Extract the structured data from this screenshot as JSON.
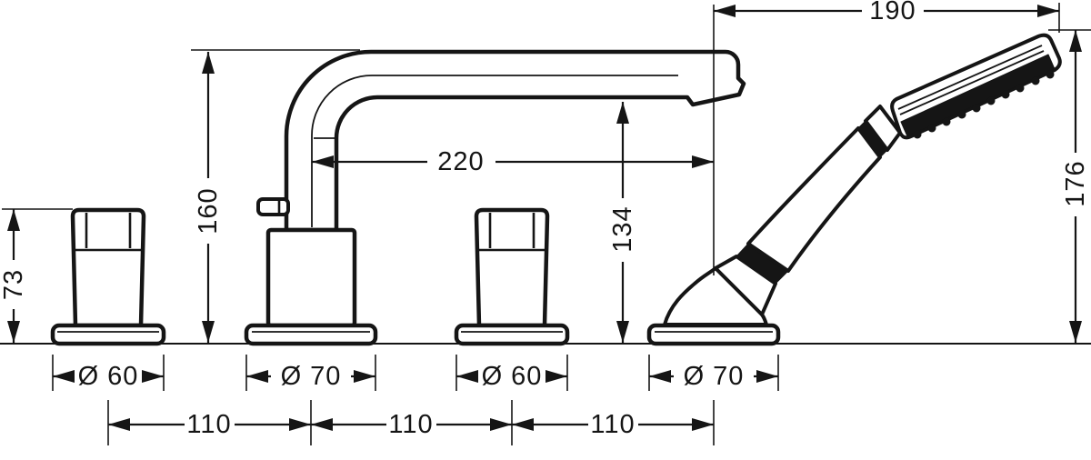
{
  "drawing": {
    "type": "technical-dimension-drawing",
    "subject": "4-hole deck-mounted bath mixer with hand shower",
    "colors": {
      "line": "#151515",
      "background": "#ffffff"
    }
  },
  "dims": {
    "span": "190",
    "height": "160",
    "handle": "73",
    "reach": "220",
    "clearance": "134",
    "shower": "176"
  },
  "diameters": [
    "Ø 60",
    "Ø 70",
    "Ø 60",
    "Ø 70"
  ],
  "spacings": [
    "110",
    "110",
    "110"
  ]
}
